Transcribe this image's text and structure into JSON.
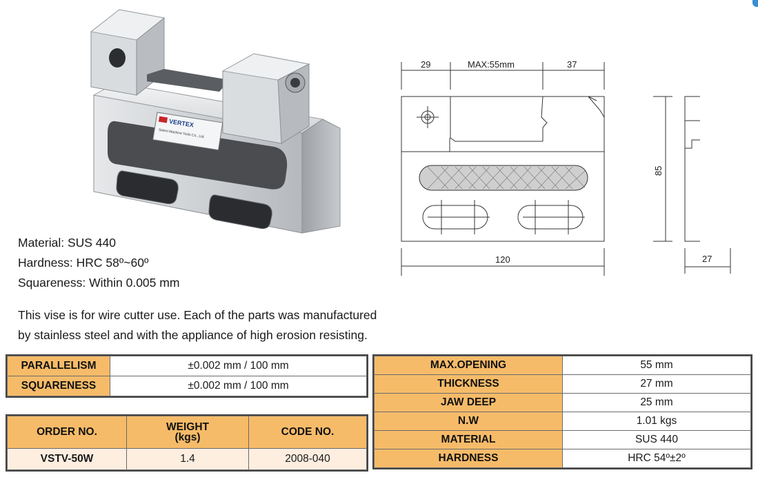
{
  "brand": {
    "logo_text": "VERTEX",
    "plate_text": "Select Machine Tools Co., Ltd."
  },
  "specs": [
    "Material: SUS 440",
    "Hardness: HRC 58º~60º",
    "Squareness: Within 0.005 mm"
  ],
  "description": [
    "This vise is for wire cutter use. Each of the parts was manufactured",
    "by stainless steel and with the appliance of high erosion resisting."
  ],
  "drawing": {
    "dim_left": "29",
    "dim_max": "MAX:55mm",
    "dim_right": "37",
    "dim_length": "120",
    "dim_height": "85",
    "dim_width": "27"
  },
  "table_tolerance": {
    "rows": [
      {
        "label": "PARALLELISM",
        "value": "±0.002 mm / 100 mm"
      },
      {
        "label": "SQUARENESS",
        "value": "±0.002 mm / 100 mm"
      }
    ]
  },
  "table_order": {
    "headers": [
      "ORDER NO.",
      "WEIGHT (kgs)",
      "CODE NO."
    ],
    "weight_header_line1": "WEIGHT",
    "weight_header_line2": "(kgs)",
    "row": [
      "VSTV-50W",
      "1.4",
      "2008-040"
    ]
  },
  "table_specs": {
    "rows": [
      {
        "label": "MAX.OPENING",
        "value": "55 mm"
      },
      {
        "label": "THICKNESS",
        "value": "27 mm"
      },
      {
        "label": "JAW DEEP",
        "value": "25 mm"
      },
      {
        "label": "N.W",
        "value": "1.01 kgs"
      },
      {
        "label": "MATERIAL",
        "value": "SUS 440"
      },
      {
        "label": "HARDNESS",
        "value": "HRC 54º±2º"
      }
    ]
  },
  "colors": {
    "header_orange": "#f6bb69",
    "row_pale": "#fdeee0",
    "accent_blue": "#3a8fd0"
  }
}
